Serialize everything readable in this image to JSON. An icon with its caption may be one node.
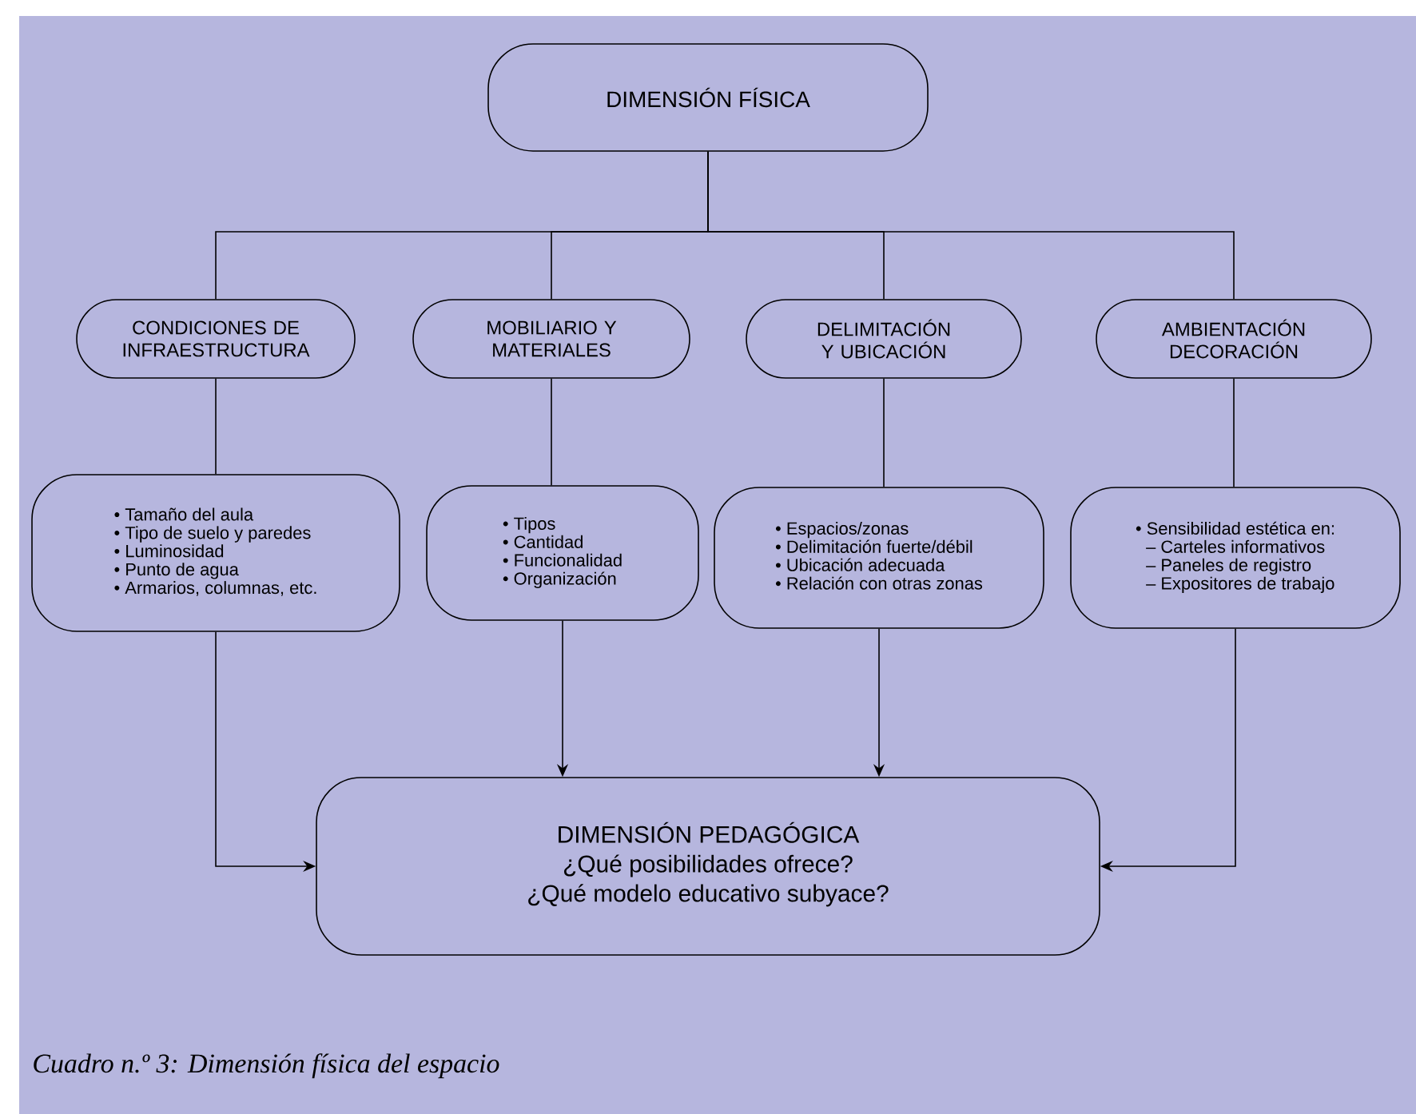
{
  "diagram": {
    "caption": "Cuadro n.º 3: Dimensión física del espacio",
    "nodes": [
      {
        "text": [
          "DIMENSIÓN FÍSICA"
        ]
      },
      {
        "text": [
          "CONDICIONES DE INFRAESTRUCTURA"
        ]
      },
      {
        "text": [
          "MOBILIARIO Y MATERIALES"
        ]
      },
      {
        "text": [
          "DELIMITACIÓN Y UBICACIÓN"
        ]
      },
      {
        "text": [
          "AMBIENTACIÓN DECORACIÓN"
        ]
      },
      {
        "text": [
          "• Tamaño del aula",
          "• Tipo de suelo y paredes",
          "• Luminosidad",
          "• Punto de agua",
          "• Armarios, columnas, etc."
        ]
      },
      {
        "text": [
          "• Tipos",
          "• Cantidad",
          "• Funcionalidad",
          "• Organización"
        ]
      },
      {
        "text": [
          "• Espacios/zonas",
          "• Delimitación fuerte/débil",
          "• Ubicación adecuada",
          "• Relación con otras zonas"
        ]
      },
      {
        "text": [
          "• Sensibilidad estética en:",
          "– Carteles informativos",
          "– Paneles de registro",
          "– Expositores de trabajo"
        ]
      },
      {
        "text": [
          "DIMENSIÓN PEDAGÓGICA",
          "¿Qué posibilidades ofrece?",
          "¿Qué modelo educativo subyace?"
        ]
      }
    ],
    "edges": [
      {
        "from": 0,
        "to": 1,
        "arrow": "none"
      },
      {
        "from": 0,
        "to": 2,
        "arrow": "none"
      },
      {
        "from": 0,
        "to": 3,
        "arrow": "none"
      },
      {
        "from": 0,
        "to": 4,
        "arrow": "none"
      },
      {
        "from": 1,
        "to": 5,
        "arrow": "none"
      },
      {
        "from": 2,
        "to": 6,
        "arrow": "none"
      },
      {
        "from": 3,
        "to": 7,
        "arrow": "none"
      },
      {
        "from": 4,
        "to": 8,
        "arrow": "none"
      },
      {
        "from": 5,
        "to": 9,
        "arrow": "to"
      },
      {
        "from": 6,
        "to": 9,
        "arrow": "to"
      },
      {
        "from": 7,
        "to": 9,
        "arrow": "to"
      },
      {
        "from": 8,
        "to": 9,
        "arrow": "to"
      }
    ]
  }
}
